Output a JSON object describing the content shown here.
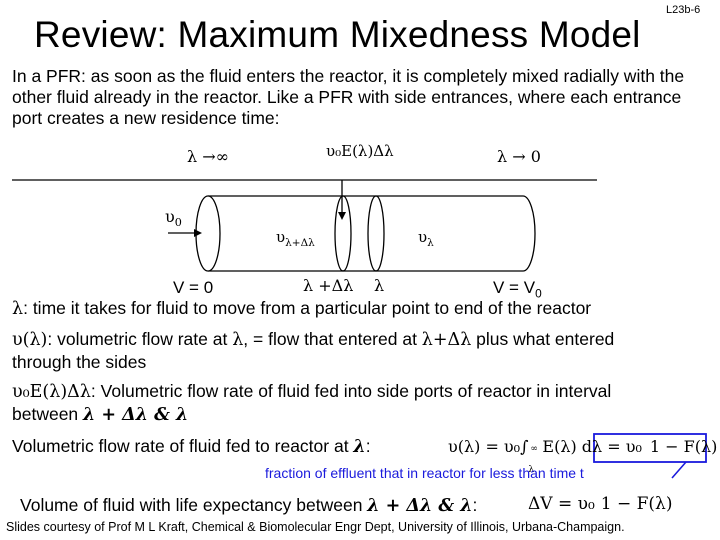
{
  "slide_id": "L23b-6",
  "title": "Review: Maximum Mixedness Model",
  "intro": "In a PFR: as soon as the fluid enters the reactor, it is completely mixed radially with the other fluid already in the reactor. Like a PFR with side entrances, where each entrance port creates a new residence time:",
  "figure": {
    "lambda_left": "λ →∞",
    "lambda_right": "λ → 0",
    "side_flow": "υ₀E(λ)Δλ",
    "inlet_flow": "υ",
    "inlet_sub": "0",
    "flow_left": "υ",
    "flow_left_sub": "λ+Δλ",
    "flow_right": "υ",
    "flow_right_sub": "λ",
    "v_zero": "V = 0",
    "lambda_dl": "λ +Δλ",
    "lambda_mark": "λ",
    "v_end": "V = V",
    "v_end_sub": "0"
  },
  "definitions": {
    "lambda_sym": "λ",
    "lambda_text": ": time it takes for fluid to move from a particular point to end of the reactor",
    "upsilon_sym": "υ(λ)",
    "upsilon_text_a": ": volumetric flow rate at ",
    "upsilon_lambda": "λ",
    "upsilon_text_b": ", = flow that entered at ",
    "upsilon_ldl": "λ+Δλ",
    "upsilon_text_c": " plus what entered",
    "upsilon_text_d": "through the sides",
    "side_sym": "υ₀E(λ)Δλ",
    "side_text": ": Volumetric flow rate of fluid fed into side ports of reactor in interval",
    "side_text_b": "between ",
    "side_interval": "λ + Δλ & λ",
    "fed_text": "Volumetric flow rate of fluid fed to reactor at ",
    "fed_lambda": "λ",
    "fed_colon": ":",
    "fed_eq_left": "υ(λ) = υ₀∫",
    "fed_eq_mid": "E(λ) dλ = υ₀",
    "fed_eq_right": "1 − F(λ)",
    "fed_int_upper": "∞",
    "fed_int_lower": "λ",
    "annotation": "fraction of effluent that in reactor for less than time t",
    "volume_text": "Volume of fluid with life expectancy between ",
    "volume_interval": "λ + Δλ & λ",
    "volume_colon": ":",
    "volume_eq_left": "ΔV = υ₀",
    "volume_eq_right": "1 − F(λ)"
  },
  "footer": "Slides courtesy of Prof M L Kraft, Chemical & Biomolecular Engr Dept, University of Illinois, Urbana-Champaign.",
  "colors": {
    "annotation": "#1a1adc",
    "highlight_box": "#1a1adc"
  }
}
